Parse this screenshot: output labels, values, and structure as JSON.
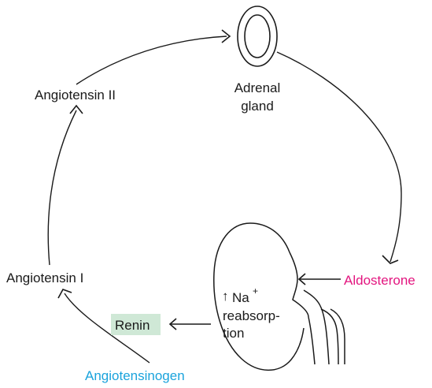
{
  "colors": {
    "ink": "#1a1a1a",
    "aldosterone": "#e3157f",
    "angiotensinogen": "#1aa3dc",
    "renin_box": "#cfe8d6"
  },
  "labels": {
    "angiotensin_ii": "Angiotensin II",
    "adrenal_line1": "Adrenal",
    "adrenal_line2": "gland",
    "angiotensin_i": "Angiotensin I",
    "angiotensinogen": "Angiotensinogen",
    "renin": "Renin",
    "aldosterone": "Aldosterone",
    "na": "Na",
    "na_superscript": "+",
    "up_arrow": "↑",
    "reabsorp_line1": "reabsorp-",
    "reabsorp_line2": "tion"
  },
  "icons": {
    "adrenal": "adrenal-gland-icon",
    "kidney": "kidney-icon"
  }
}
